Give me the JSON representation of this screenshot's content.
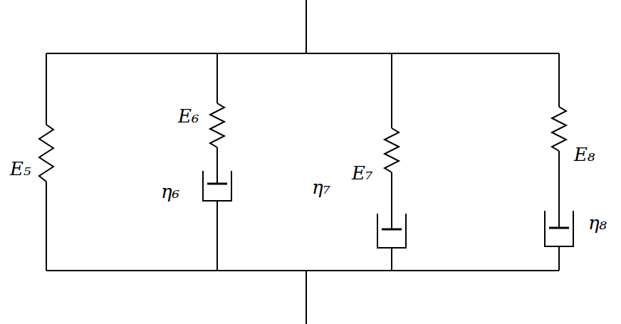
{
  "diagram": {
    "labels": [
      "E₅",
      "E₆",
      "η₆",
      "η₇",
      "E₇",
      "E₈",
      "η₈"
    ]
  }
}
